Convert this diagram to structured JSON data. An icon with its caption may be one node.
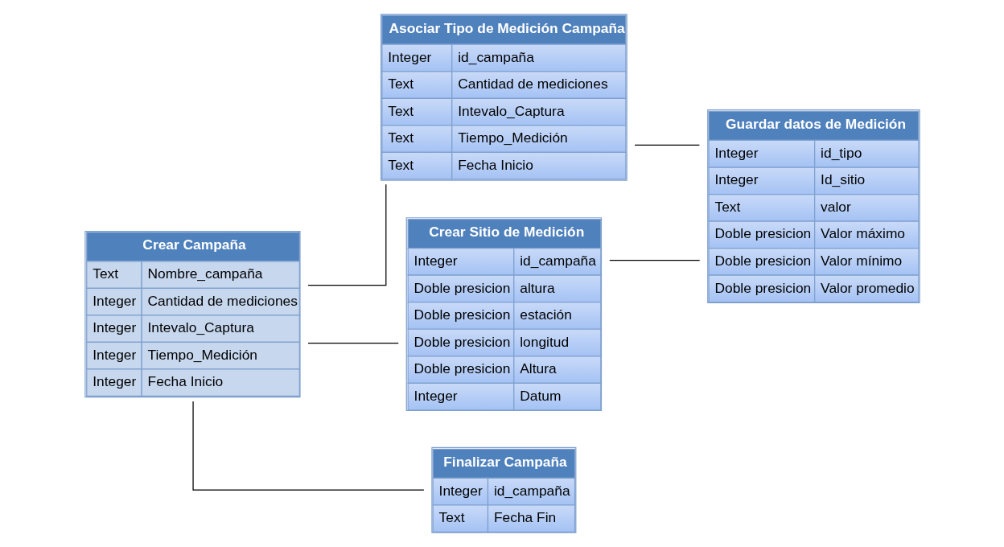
{
  "diagram": {
    "nodes": [
      {
        "text": [
          "Crear Campaña",
          "Text",
          "Nombre_campaña",
          "Integer",
          "Cantidad de mediciones",
          "Integer",
          "Intevalo_Captura",
          "Integer",
          "Tiempo_Medición",
          "Integer",
          "Fecha Inicio"
        ]
      },
      {
        "text": [
          "Asociar Tipo de Medición Campaña",
          "Integer",
          "id_campaña",
          "Text",
          "Cantidad de mediciones",
          "Text",
          "Intevalo_Captura",
          "Text",
          "Tiempo_Medición",
          "Text",
          "Fecha Inicio"
        ]
      },
      {
        "text": [
          "Guardar datos de Medición",
          "Integer",
          "id_tipo",
          "Integer",
          "Id_sitio",
          "Text",
          "valor",
          "Doble presicion",
          "Valor máximo",
          "Doble presicion",
          "Valor mínimo",
          "Doble presicion",
          "Valor promedio"
        ]
      },
      {
        "text": [
          "Crear Sitio de Medición",
          "Integer",
          "id_campaña",
          "Doble presicion",
          "altura",
          "Doble presicion",
          "estación",
          "Doble presicion",
          "longitud",
          "Doble presicion",
          "Altura",
          "Integer",
          "Datum"
        ]
      },
      {
        "text": [
          "Finalizar Campaña",
          "Integer",
          "id_campaña",
          "Text",
          "Fecha Fin"
        ]
      }
    ],
    "edges": [
      {
        "from": 0,
        "to": 1,
        "arrow": "none"
      },
      {
        "from": 0,
        "to": 3,
        "arrow": "none"
      },
      {
        "from": 0,
        "to": 4,
        "arrow": "none"
      },
      {
        "from": 1,
        "to": 2,
        "arrow": "none"
      },
      {
        "from": 3,
        "to": 2,
        "arrow": "none"
      }
    ]
  }
}
